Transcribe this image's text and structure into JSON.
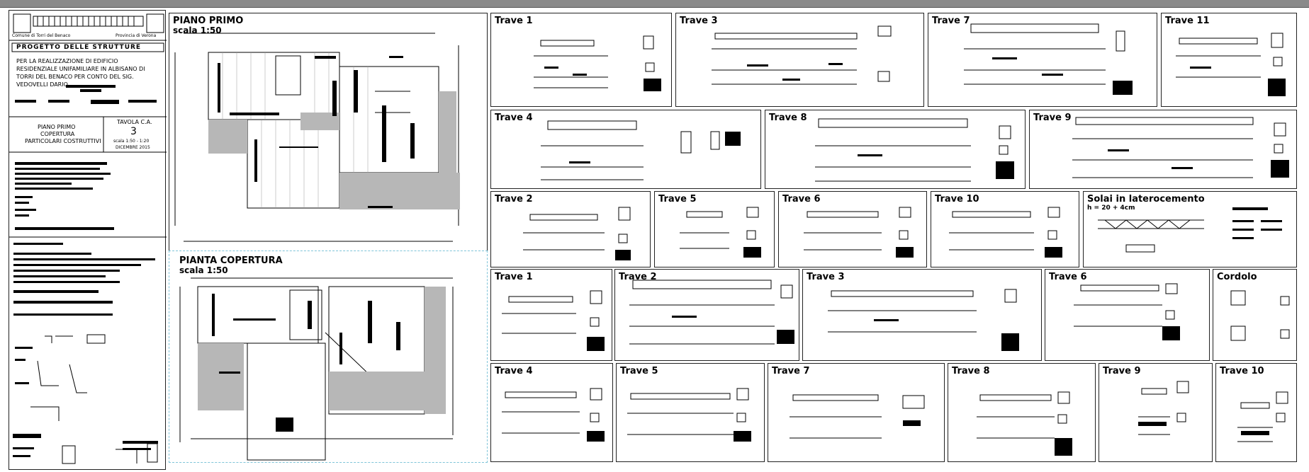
{
  "title_block": {
    "municipality": "Comune di Torri del Benaco",
    "province": "Provincia di Verona",
    "project_heading": "PROGETTO DELLE STRUTTURE",
    "description_lines": [
      "PER LA REALIZZAZIONE DI EDIFICIO",
      "RESIDENZIALE UNIFAMILIARE IN ALBISANO DI",
      "TORRI DEL BENACO PER CONTO DEL SIG.",
      "VEDOVELLI DARIO"
    ],
    "sheet_lines": [
      "PIANO PRIMO",
      "COPERTURA",
      "PARTICOLARI COSTRUTTIVI"
    ],
    "tavola_label": "TAVOLA C.A.",
    "tavola_number": "3",
    "scale": "scala 1:50 - 1:20",
    "date": "DICEMBRE 2015"
  },
  "plans": [
    {
      "title": "PIANO PRIMO",
      "scale": "scala 1:50"
    },
    {
      "title": "PIANTA COPERTURA",
      "scale": "scala 1:50"
    }
  ],
  "details_upper": {
    "row1": [
      "Trave 1",
      "Trave 3",
      "Trave 7",
      "Trave 11"
    ],
    "row2": [
      "Trave 4",
      "Trave 8",
      "Trave 9"
    ],
    "row3": [
      "Trave 2",
      "Trave 5",
      "Trave 6",
      "Trave 10"
    ],
    "solai": {
      "title": "Solai in laterocemento",
      "subtitle": "h = 20 + 4cm"
    }
  },
  "details_lower": {
    "row1": [
      "Trave 1",
      "Trave 2",
      "Trave 3",
      "Trave 6",
      "Cordolo"
    ],
    "row2": [
      "Trave 4",
      "Trave 5",
      "Trave 7",
      "Trave 8",
      "Trave 9",
      "Trave 10"
    ]
  },
  "colors": {
    "selection": "#7fc4d9",
    "line": "#000000",
    "background": "#ffffff",
    "hatch": "#777777"
  }
}
